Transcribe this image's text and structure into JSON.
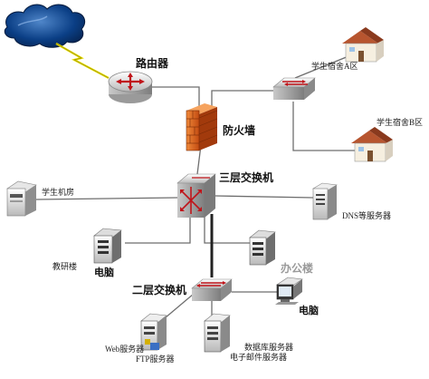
{
  "labels": {
    "router": "路由器",
    "firewall": "防火墙",
    "l3_switch": "三层交换机",
    "l2_switch": "二层交换机",
    "dorm_a": "学生宿舍A区",
    "dorm_b": "学生宿舍B区",
    "student_lab": "学生机房",
    "dns_server": "DNS等服务器",
    "pc_left": "电脑",
    "teaching_building": "教研楼",
    "pc_right": "电脑",
    "office": "办公楼",
    "web_server": "Web服务器",
    "ftp_server": "FTP服务器",
    "db_server": "数据库服务器",
    "mail_server": "电子邮件服务器"
  },
  "colors": {
    "cloud": "#0b3f86",
    "lightning": "#e8e000",
    "firewall": "#e4661d",
    "switch_blue": "#6b7fc7",
    "house_roof": "#b7552f"
  }
}
